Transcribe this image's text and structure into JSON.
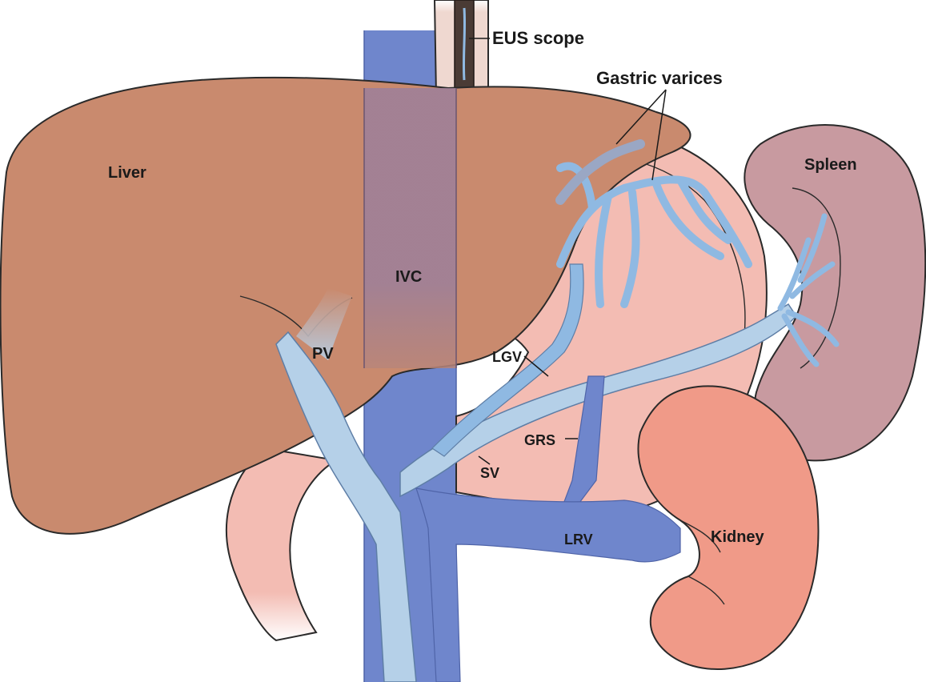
{
  "labels": {
    "eus_scope": "EUS scope",
    "gastric_varices": "Gastric varices",
    "liver": "Liver",
    "spleen": "Spleen",
    "ivc": "IVC",
    "pv": "PV",
    "lgv": "LGV",
    "grs": "GRS",
    "sv": "SV",
    "lrv": "LRV",
    "kidney": "Kidney"
  },
  "colors": {
    "liver": "#c98a6e",
    "ivc": "#6f86cc",
    "portal_veins": "#b5d0e8",
    "varices_blue": "#8fb9e2",
    "stomach": "#f3bcb3",
    "spleen": "#c89aa0",
    "kidney": "#f09a88",
    "scope": "#4a3b35"
  }
}
